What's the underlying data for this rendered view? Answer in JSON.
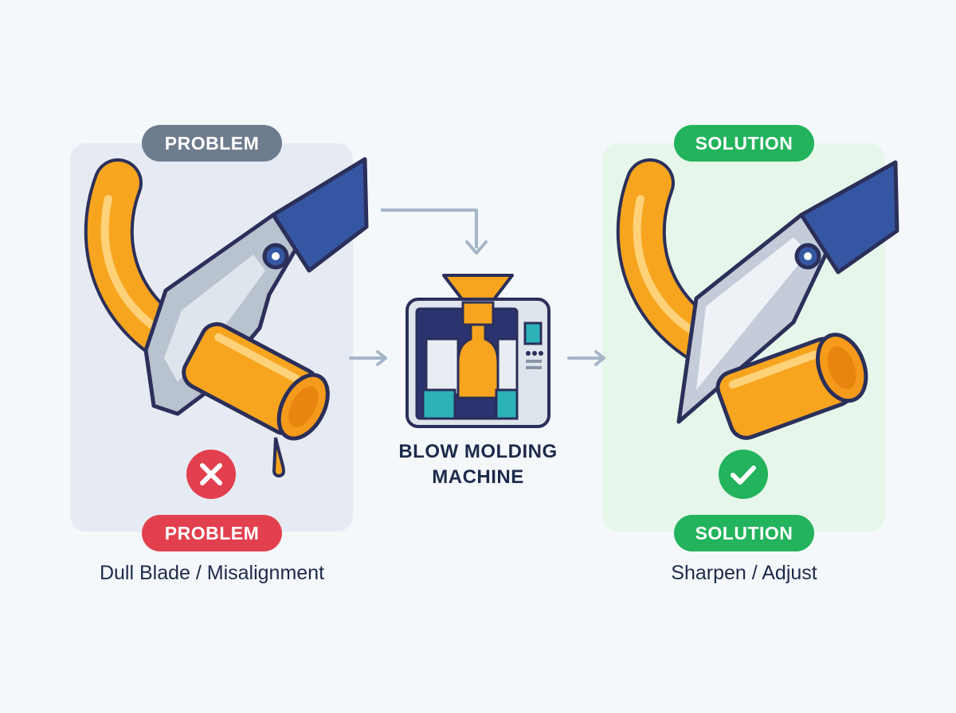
{
  "problem": {
    "top_badge": "PROBLEM",
    "bottom_badge": "PROBLEM",
    "caption": "Dull Blade / Misalignment"
  },
  "machine": {
    "label_line1": "BLOW MOLDING",
    "label_line2": "MACHINE"
  },
  "solution": {
    "top_badge": "SOLUTION",
    "bottom_badge": "SOLUTION",
    "caption": "Sharpen / Adjust"
  },
  "colors": {
    "problem_accent": "#e2404e",
    "solution_accent": "#22b35c",
    "neutral_badge": "#6e7c8e",
    "tube_orange": "#f7a51f",
    "blade_blue": "#3557a3",
    "text_dark": "#1d2a4a"
  },
  "icons": {
    "problem_status": "x-mark-icon",
    "solution_status": "checkmark-icon"
  }
}
